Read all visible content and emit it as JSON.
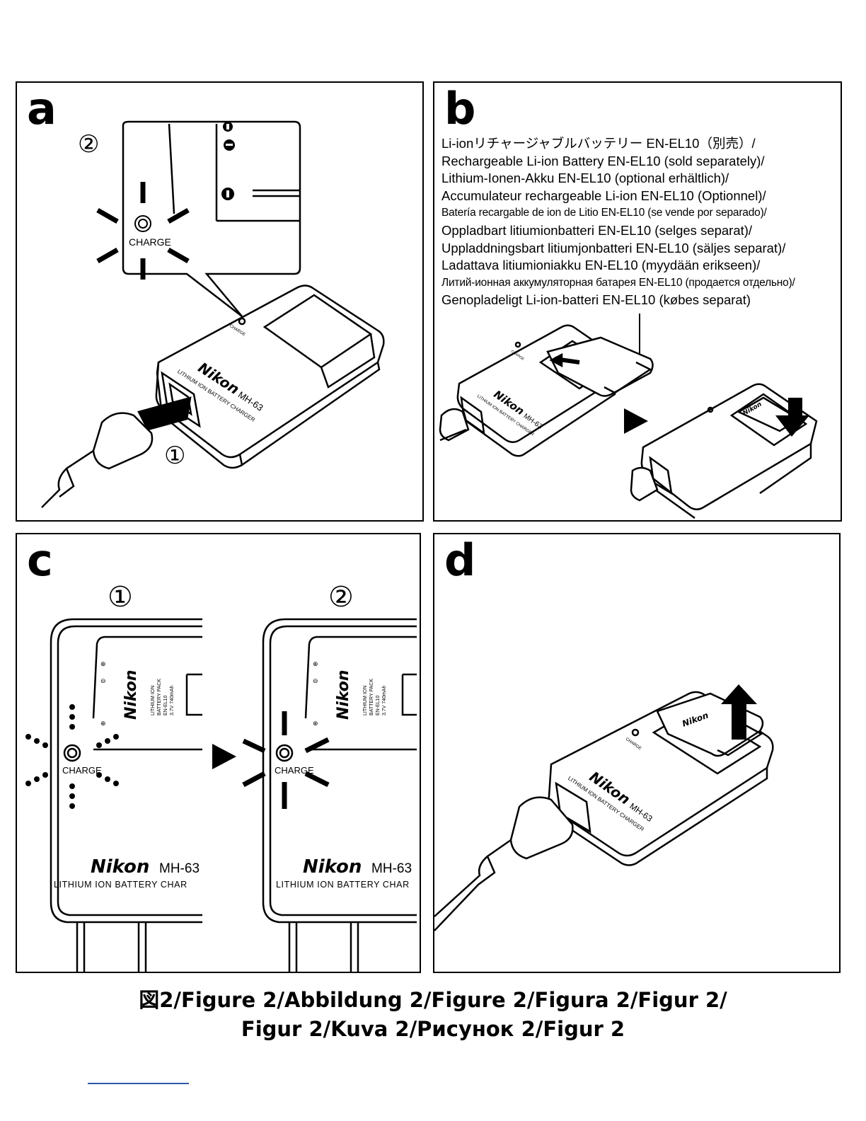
{
  "panels": {
    "a": {
      "letter": "a",
      "step_first": "①",
      "step_second": "②",
      "indicator_label": "CHARGE",
      "charger_brand": "Nikon",
      "charger_model": "MH-63",
      "charger_type": "LITHIUM ION BATTERY CHARGER",
      "charger_indicator": "CHARGE"
    },
    "b": {
      "letter": "b",
      "battery_names": [
        "Li-ionリチャージャブルバッテリー EN-EL10（別売）/",
        "Rechargeable Li-ion Battery EN-EL10 (sold separately)/",
        "Lithium-Ionen-Akku EN-EL10 (optional erhältlich)/",
        "Accumulateur rechargeable Li-ion EN-EL10 (Optionnel)/",
        "Batería recargable de ion de Litio EN-EL10 (se vende por separado)/",
        "Oppladbart litiumionbatteri EN-EL10 (selges separat)/",
        "Uppladdningsbart litiumjonbatteri EN-EL10 (säljes separat)/",
        "Ladattava litiumioniakku EN-EL10 (myydään erikseen)/",
        "Литий-ионная аккумуляторная батарея EN-EL10 (продается отдельно)/",
        "Genopladeligt Li-ion-batteri EN-EL10 (købes separat)"
      ],
      "charger_brand": "Nikon",
      "charger_model": "MH-63",
      "charger_type": "LITHIUM ION BATTERY CHARGER",
      "charger_indicator": "CHARGE",
      "battery_brand": "Nikon"
    },
    "c": {
      "letter": "c",
      "step_first": "①",
      "step_second": "②",
      "indicator_label": "CHARGE",
      "charger_brand": "Nikon",
      "charger_model": "MH-63",
      "charger_type": "LITHIUM ION BATTERY CHAR",
      "battery_brand": "Nikon",
      "battery_label_lines": [
        "LITHIUM ION",
        "BATTERY PACK",
        "EN-EL10",
        "3.7V 740mAh"
      ]
    },
    "d": {
      "letter": "d",
      "charger_brand": "Nikon",
      "charger_model": "MH-63",
      "charger_type": "LITHIUM ION BATTERY CHARGER",
      "charger_indicator": "CHARGE",
      "battery_brand": "Nikon"
    }
  },
  "figure_caption": {
    "line1": "図2/Figure 2/Abbildung 2/Figure 2/Figura 2/Figur 2/",
    "line2": "Figur 2/Kuva 2/Рисунок 2/Figur 2"
  }
}
